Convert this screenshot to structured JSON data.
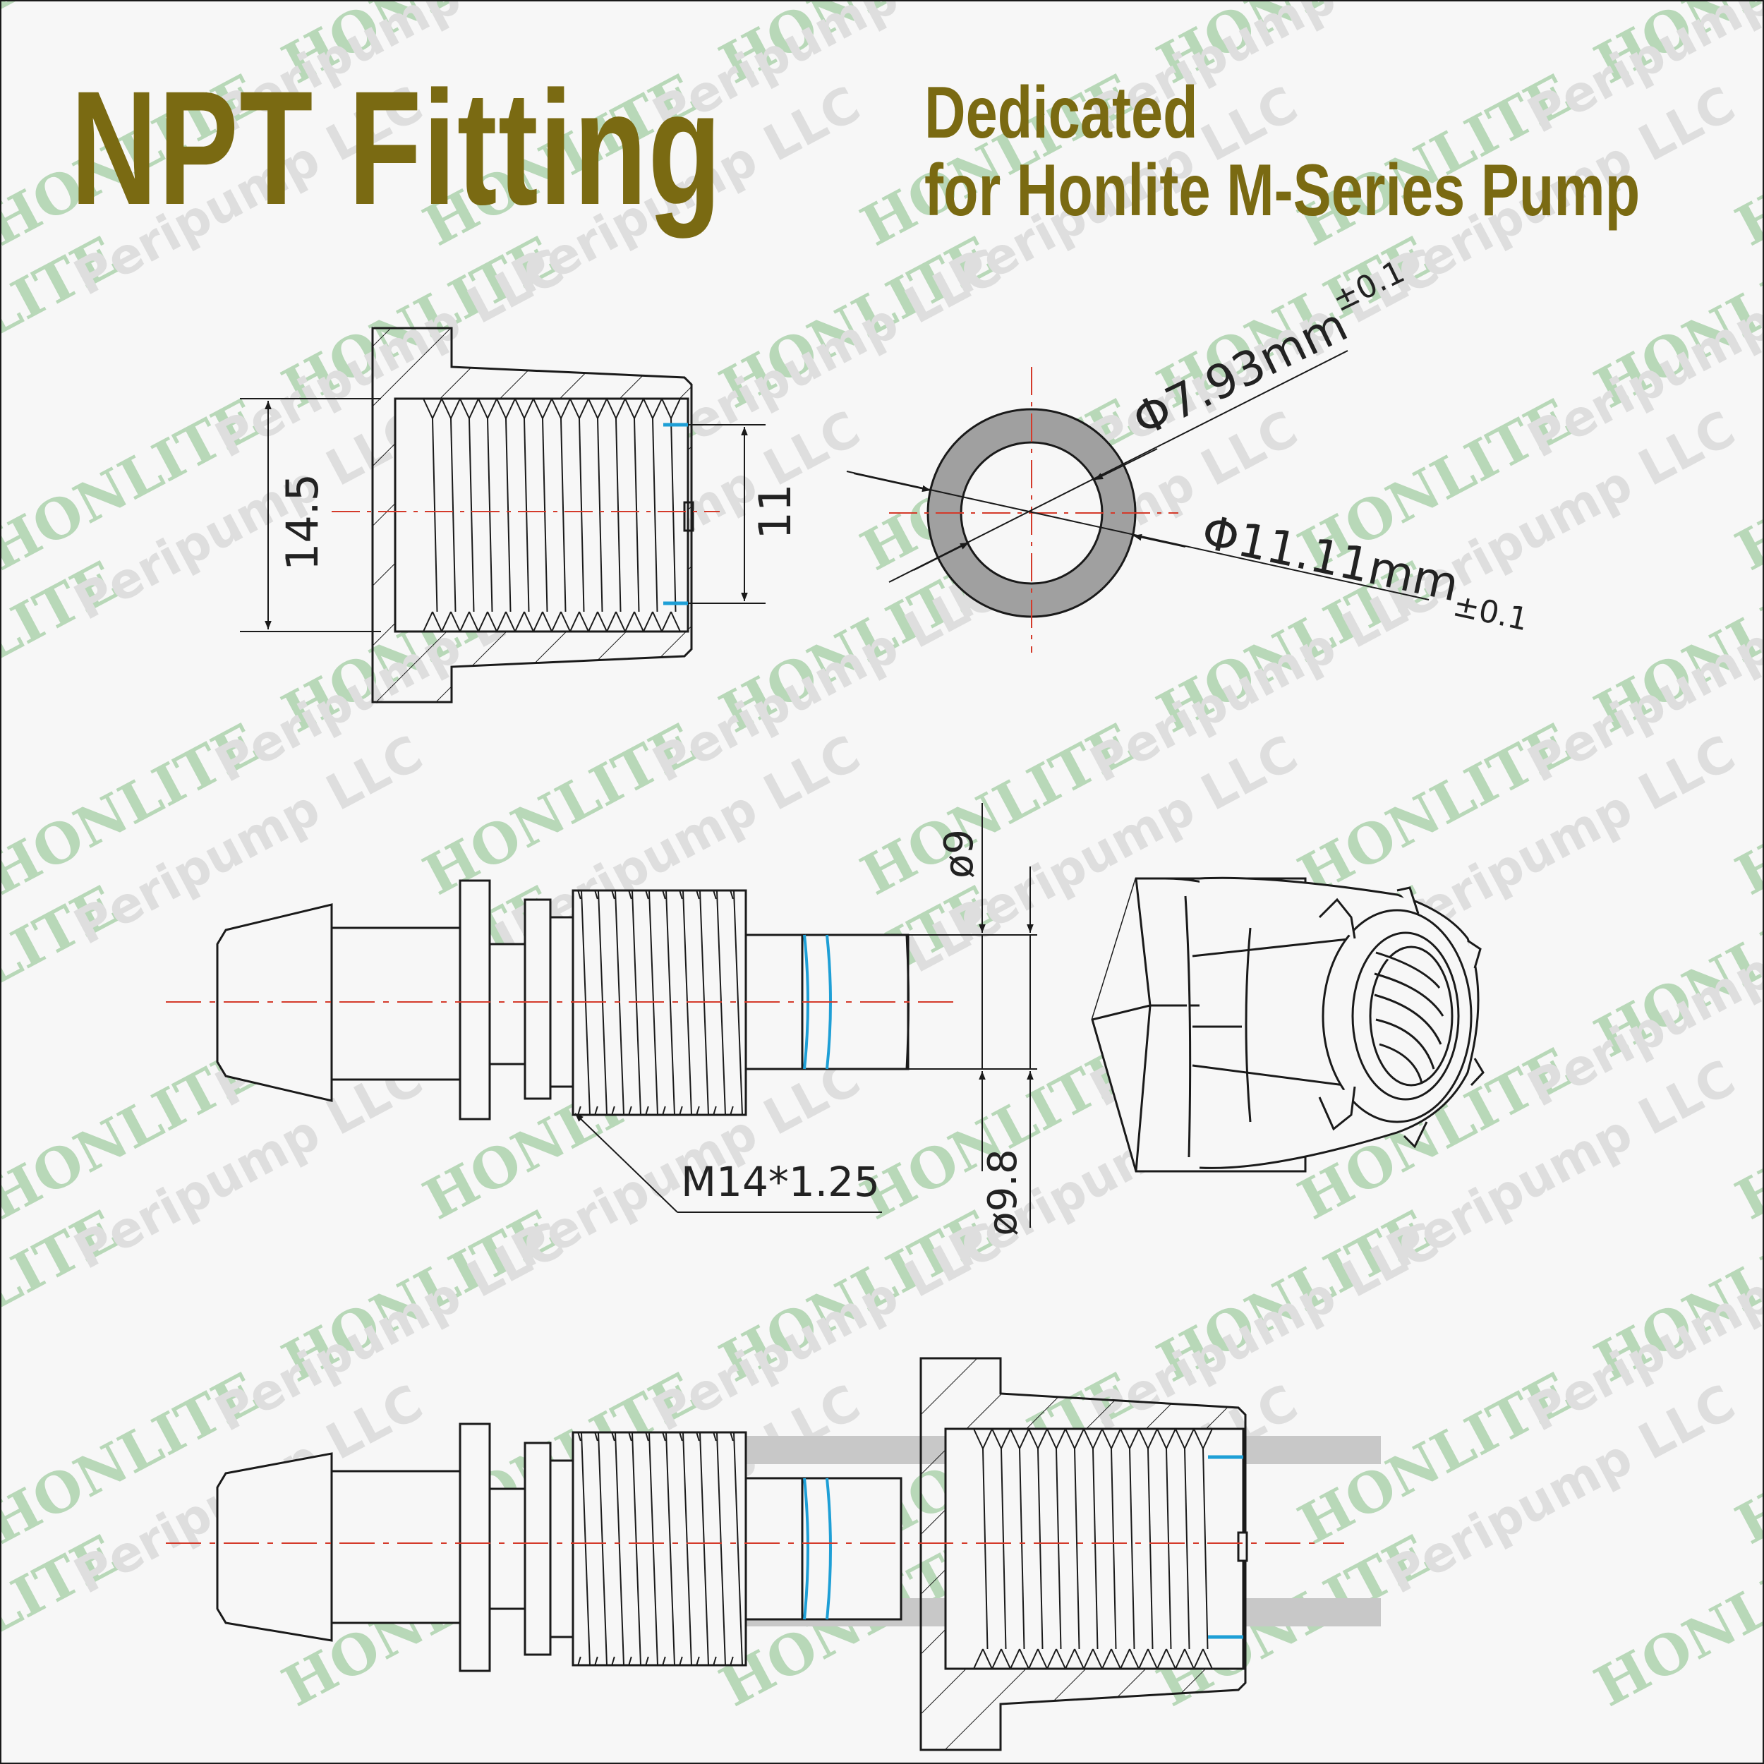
{
  "title": {
    "main": "NPT Fitting",
    "line1": "Dedicated",
    "line2": "for Honlite M-Series Pump"
  },
  "dimensions": {
    "outer_height": "14.5",
    "inner_height": "11",
    "inner_diameter": "Φ7.93mm",
    "inner_diameter_tol": "±0.1",
    "outer_diameter": "Φ11.11mm",
    "outer_diameter_tol": "±0.1",
    "shank_diameter": "ø9",
    "tip_diameter": "ø9.8",
    "thread": "M14*1.25"
  },
  "watermark": {
    "brand": "HONLITE",
    "company": "Peripump LLC"
  },
  "colors": {
    "title": "#7a6a12",
    "centerline": "#d43a2a",
    "seal": "#1e9fd6",
    "outline": "#1a1a1a",
    "ring_fill": "#a0a0a0",
    "tube": "#c8c8c8",
    "watermark_red": "#e8b8b8",
    "watermark_green": "#b8d8b8",
    "watermark_gray": "#dedede"
  }
}
